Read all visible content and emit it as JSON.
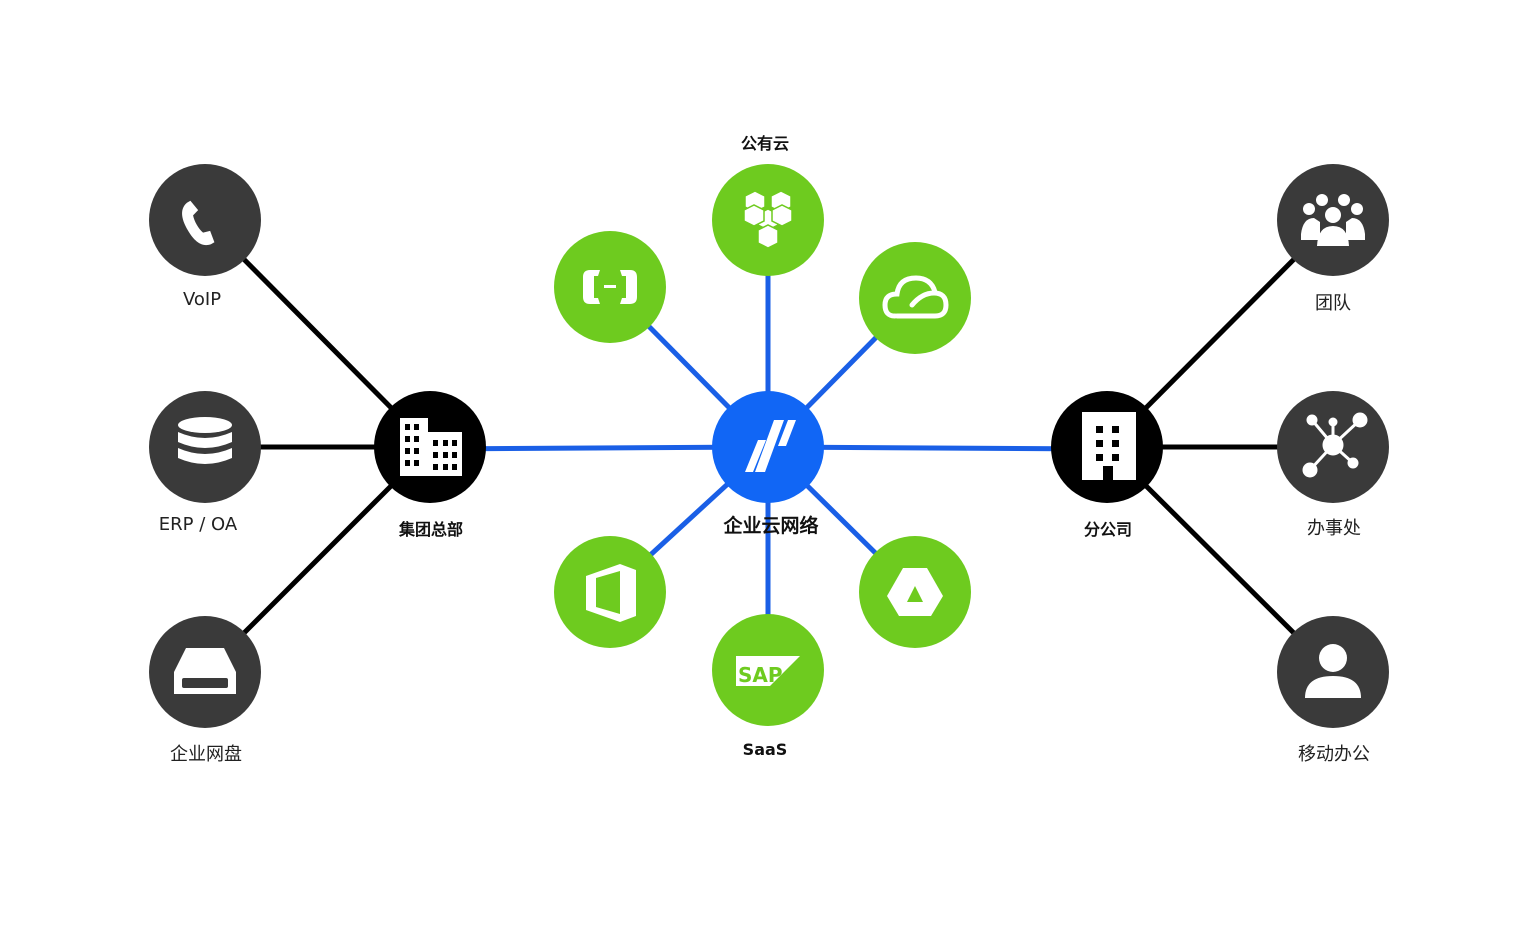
{
  "colors": {
    "dark_node": "#3a3a3a",
    "hub_node": "#000000",
    "green_node": "#6ecb1f",
    "center_node": "#1166f5",
    "blue_link": "#1a5fe6",
    "black_link": "#000000"
  },
  "center": {
    "label": "企业云网络",
    "icon": "brand-slashes-icon"
  },
  "hq": {
    "label": "集团总部",
    "icon": "office-building-icon"
  },
  "branch": {
    "label": "分公司",
    "icon": "tall-building-icon"
  },
  "left_nodes": [
    {
      "label": "VoIP",
      "icon": "phone-icon"
    },
    {
      "label": "ERP / OA",
      "icon": "database-icon"
    },
    {
      "label": "企业网盘",
      "icon": "drive-icon"
    }
  ],
  "right_nodes": [
    {
      "label": "团队",
      "icon": "team-icon"
    },
    {
      "label": "办事处",
      "icon": "network-hub-icon"
    },
    {
      "label": "移动办公",
      "icon": "user-icon"
    }
  ],
  "cloud_top_label": "公有云",
  "saas_label": "SaaS",
  "cloud_nodes": [
    {
      "icon": "aws-cubes-icon"
    },
    {
      "icon": "tencent-cloud-icon"
    },
    {
      "icon": "google-drive-icon"
    },
    {
      "icon": "sap-icon",
      "text": "SAP"
    },
    {
      "icon": "office-icon"
    },
    {
      "icon": "aliyun-icon"
    }
  ]
}
